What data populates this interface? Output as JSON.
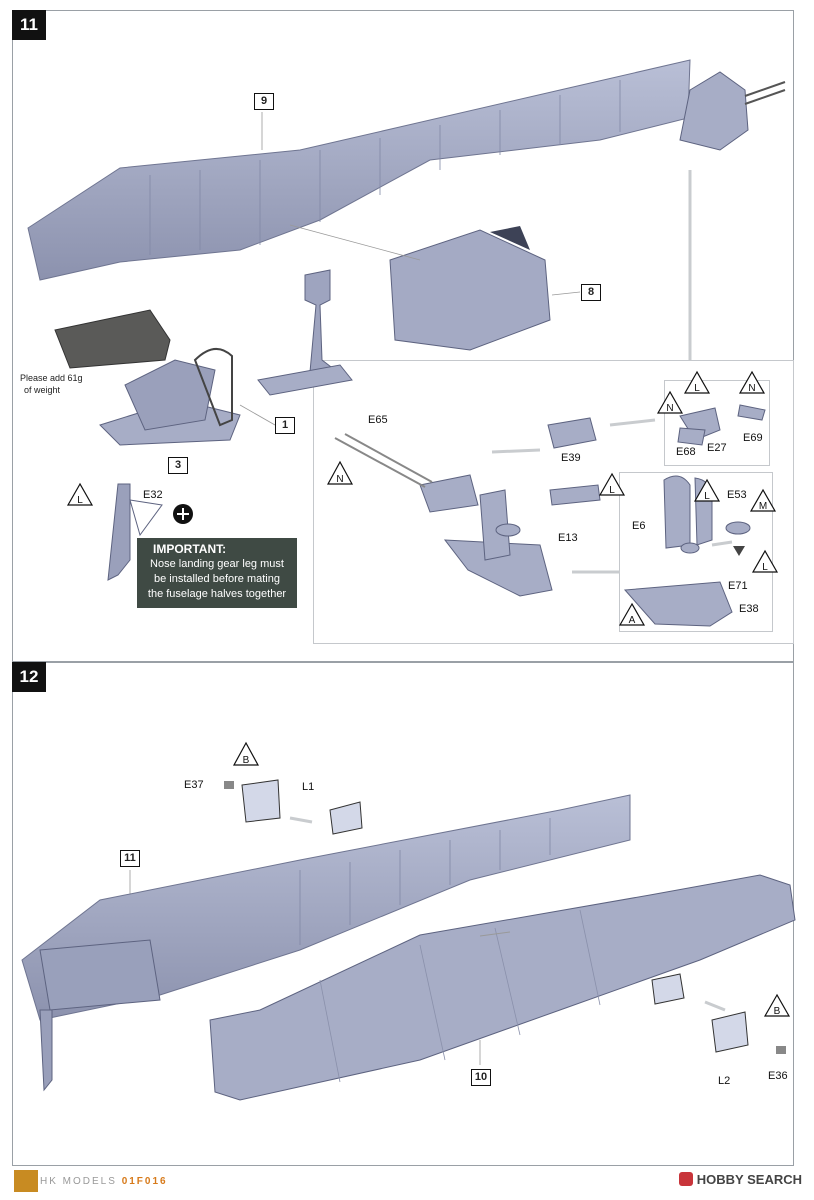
{
  "steps": {
    "s11": "11",
    "s12": "12"
  },
  "refs": {
    "r9": "9",
    "r8": "8",
    "r1": "1",
    "r3": "3",
    "r11": "11",
    "r10": "10"
  },
  "parts": {
    "E65": "E65",
    "E39": "E39",
    "E13": "E13",
    "E68": "E68",
    "E27": "E27",
    "E69": "E69",
    "E53": "E53",
    "E6": "E6",
    "E71": "E71",
    "E38": "E38",
    "E32": "E32",
    "E37": "E37",
    "L1": "L1",
    "L2": "L2",
    "E36": "E36"
  },
  "paint_codes": {
    "L": "L",
    "N": "N",
    "M": "M",
    "A": "A",
    "B": "B"
  },
  "weight": {
    "line1": "Please add  61g",
    "line2": "of weight"
  },
  "important": {
    "title": "IMPORTANT:",
    "lines": [
      "Nose landing gear leg must",
      "be installed before mating",
      "the fuselage halves together"
    ]
  },
  "footer": {
    "brand": "HK MODELS",
    "code": "01F016",
    "watermark": "HOBBY SEARCH"
  },
  "colors": {
    "part": "#a7adc6",
    "part_dark": "#7e84a0",
    "note_bg": "#3f4a44",
    "footer_accent": "#d77a1a"
  }
}
